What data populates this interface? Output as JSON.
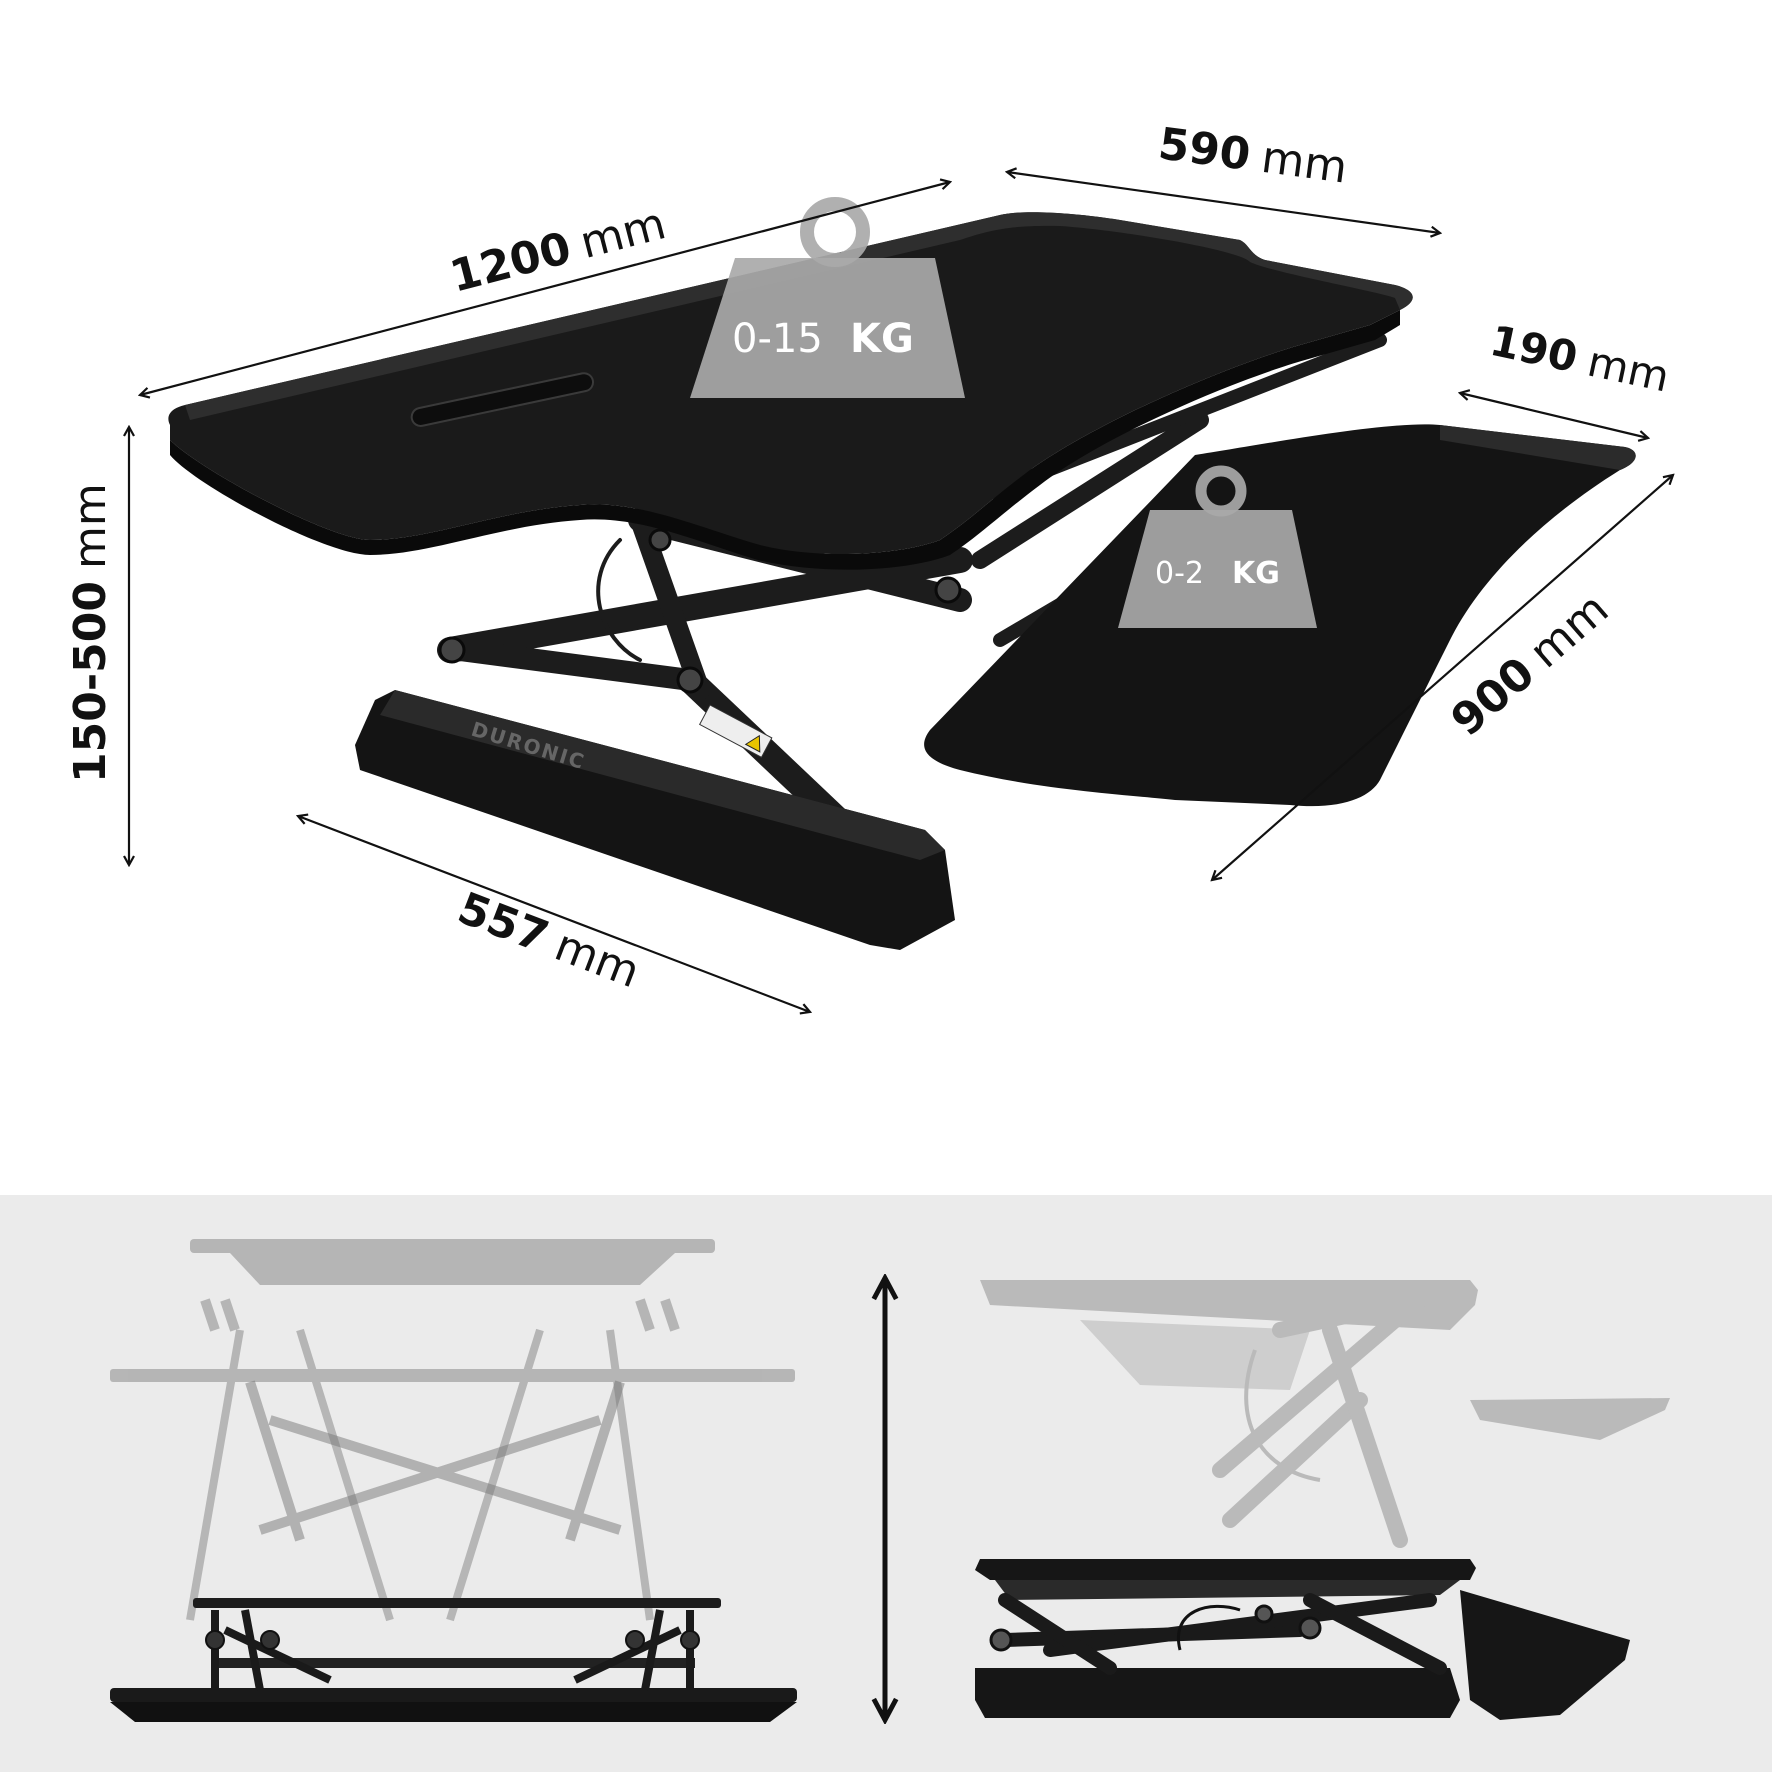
{
  "dimensions": {
    "width": {
      "value": "1200",
      "unit": "mm"
    },
    "depth": {
      "value": "590",
      "unit": "mm"
    },
    "keyboard_depth": {
      "value": "190",
      "unit": "mm"
    },
    "height_range": {
      "value": "150-500",
      "unit": "mm"
    },
    "base_length": {
      "value": "557",
      "unit": "mm"
    },
    "keyboard_width": {
      "value": "900",
      "unit": "mm"
    }
  },
  "load": {
    "desktop": {
      "range": "0-15",
      "unit": "KG"
    },
    "keyboard": {
      "range": "0-2",
      "unit": "KG"
    }
  },
  "brand": "DURONIC",
  "colors": {
    "product": "#141414",
    "ghost": "#9a9a9a",
    "panel_bg": "#ebebeb",
    "weight_badge": "#a9a9a9"
  }
}
